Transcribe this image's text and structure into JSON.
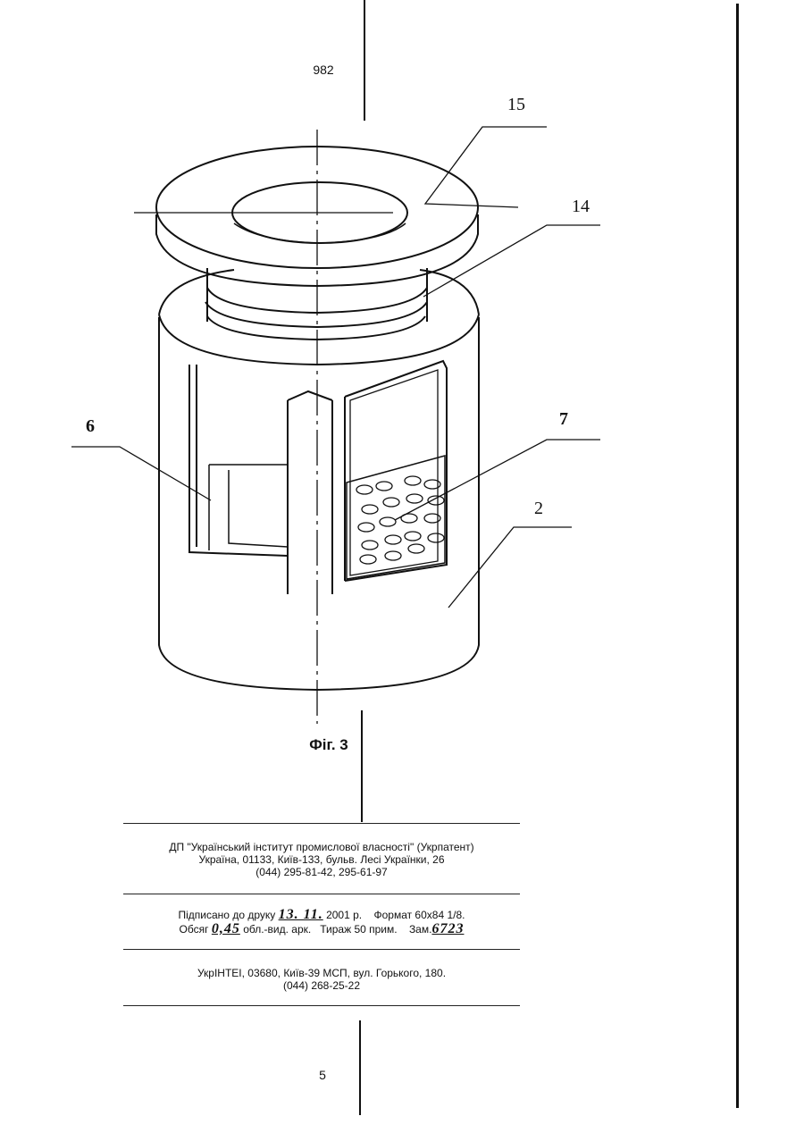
{
  "header": {
    "page_number": "982"
  },
  "figure": {
    "caption": "Фіг. 3",
    "callouts": {
      "c15": "15",
      "c14": "14",
      "c6": "6",
      "c7": "7",
      "c2": "2"
    }
  },
  "imprint": {
    "publisher_line1": "ДП \"Український інститут промислової власності\" (Укрпатент)",
    "publisher_line2": "Україна, 01133, Київ-133, бульв. Лесі Українки, 26",
    "publisher_line3": "(044) 295-81-42, 295-61-97",
    "signed_label": "Підписано до друку",
    "signed_value": "13. 11.",
    "signed_year": "2001 р.",
    "format": "Формат 60x84 1/8.",
    "volume_label": "Обсяг",
    "volume_value": "0,45",
    "volume_unit": "обл.-вид. арк.",
    "print_run": "Тираж 50 прим.",
    "order_label": "Зам.",
    "order_value": "6723",
    "printer_line1": "УкрІНТЕІ, 03680, Київ-39 МСП, вул. Горького, 180.",
    "printer_line2": "(044) 268-25-22"
  },
  "footer": {
    "page_number": "5"
  }
}
